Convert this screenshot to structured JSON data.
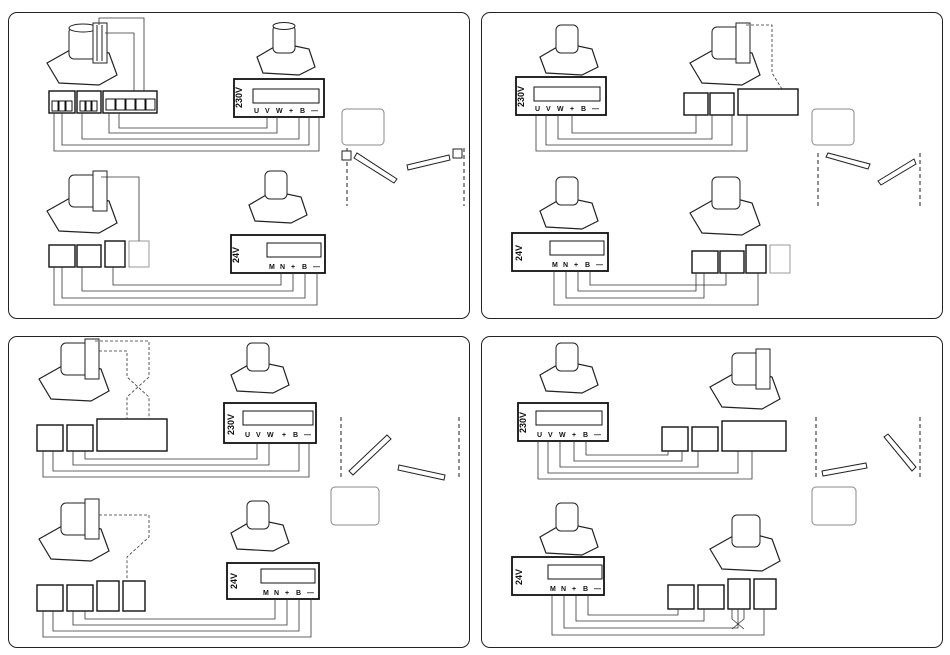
{
  "panels": [
    {
      "id": "top-left",
      "supply_high": {
        "label": "230V",
        "terminals": [
          "U",
          "V",
          "W",
          "+",
          "B",
          "—"
        ]
      },
      "supply_low": {
        "label": "24V",
        "terminals": [
          "M",
          "N",
          "+",
          "B",
          "—"
        ]
      }
    },
    {
      "id": "top-right",
      "supply_high": {
        "label": "230V",
        "terminals": [
          "U",
          "V",
          "W",
          "+",
          "B",
          "—"
        ]
      },
      "supply_low": {
        "label": "24V",
        "terminals": [
          "M",
          "N",
          "+",
          "B",
          "—"
        ]
      }
    },
    {
      "id": "bottom-left",
      "supply_high": {
        "label": "230V",
        "terminals": [
          "U",
          "V",
          "W",
          "+",
          "B",
          "—"
        ]
      },
      "supply_low": {
        "label": "24V",
        "terminals": [
          "M",
          "N",
          "+",
          "B",
          "—"
        ]
      }
    },
    {
      "id": "bottom-right",
      "supply_high": {
        "label": "230V",
        "terminals": [
          "U",
          "V",
          "W",
          "+",
          "B",
          "—"
        ]
      },
      "supply_low": {
        "label": "24V",
        "terminals": [
          "M",
          "N",
          "+",
          "B",
          "—"
        ]
      }
    }
  ]
}
